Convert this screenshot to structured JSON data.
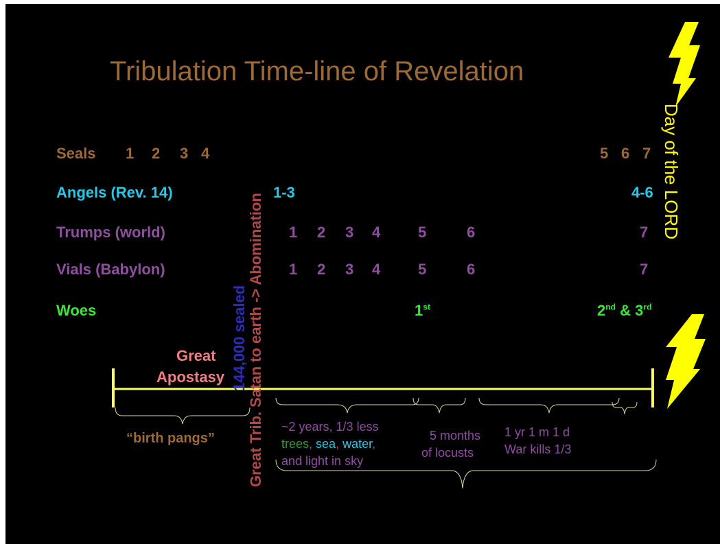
{
  "title": "Tribulation Time-line of Revelation",
  "colors": {
    "title": "#9b6a38",
    "seals": "#9b6a38",
    "angels": "#27c9ea",
    "trumps": "#8f4fa0",
    "woes": "#39e639",
    "apostasy": "#f08080",
    "sealed": "#2d2dbb",
    "great_trib": "#b04a4a",
    "day_lord": "#ffff00",
    "axis": "#ffff66",
    "brace": "#d8d8a0"
  },
  "rows": {
    "seals": {
      "label": "Seals",
      "left": [
        "1",
        "2",
        "3",
        "4"
      ],
      "right": [
        "5",
        "6",
        "7"
      ]
    },
    "angels": {
      "label": "Angels (Rev. 14)",
      "left": "1-3",
      "right": "4-6"
    },
    "trumps": {
      "label": "Trumps (world)",
      "nums": [
        "1",
        "2",
        "3",
        "4",
        "5",
        "6",
        "7"
      ]
    },
    "vials": {
      "label": "Vials (Babylon)",
      "nums": [
        "1",
        "2",
        "3",
        "4",
        "5",
        "6",
        "7"
      ]
    },
    "woes": {
      "label": "Woes",
      "first": "1",
      "first_sup": "st",
      "second": "2",
      "second_sup": "nd",
      "amp": " & ",
      "third": "3",
      "third_sup": "rd"
    }
  },
  "vertical": {
    "abomination": "Great Trib. Satan to earth -> Abomination",
    "sealed": "144,000 sealed",
    "day_of_lord": "Day of the LORD"
  },
  "great_apostasy": {
    "line1": "Great",
    "line2": "Apostasy"
  },
  "birth_pangs": "“birth pangs”",
  "period1": {
    "line1": "~2 years, 1/3 less",
    "trees": "trees",
    "sea": "sea",
    "water": "water",
    "line3": "and light in sky"
  },
  "period2": {
    "line1": "5 months",
    "line2": "of locusts"
  },
  "period3": {
    "line1": "1 yr 1 m 1 d",
    "line2": "War kills 1/3"
  }
}
